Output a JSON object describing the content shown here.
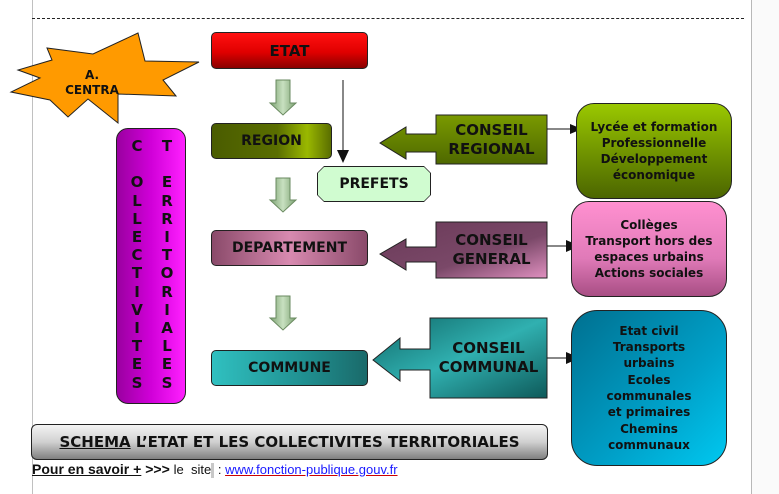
{
  "diagram": {
    "burst_label_line1": "A.",
    "burst_label_line2": "CENTRA",
    "levels": {
      "etat": "ETAT",
      "region": "REGION",
      "departement": "DEPARTEMENT",
      "commune": "COMMUNE"
    },
    "prefets": "PREFETS",
    "collectivites_col1": [
      "C",
      "",
      "O",
      "L",
      "L",
      "E",
      "C",
      "T",
      "I",
      "V",
      "I",
      "T",
      "E",
      "S"
    ],
    "collectivites_col2": [
      "T",
      "",
      "E",
      "R",
      "R",
      "I",
      "T",
      "O",
      "R",
      "I",
      "A",
      "L",
      "E",
      "S"
    ],
    "conseils": {
      "regional": {
        "line1": "CONSEIL",
        "line2": "REGIONAL"
      },
      "general": {
        "line1": "CONSEIL",
        "line2": "GENERAL"
      },
      "communal": {
        "line1": "CONSEIL",
        "line2": "COMMUNAL"
      }
    },
    "competences": {
      "region": [
        "Lycée et formation",
        "Professionnelle",
        "Développement",
        "économique"
      ],
      "departement": [
        "Collèges",
        "Transport hors des",
        "espaces urbains",
        "Actions sociales"
      ],
      "commune": [
        "Etat civil",
        "Transports",
        "urbains",
        "Ecoles",
        "communales",
        "et primaires",
        "Chemins",
        "communaux"
      ]
    },
    "colors": {
      "etat": "#e00000",
      "region": "#5a6e00",
      "departement": "#c07098",
      "commune": "#20a0a0",
      "prefets": "#d0fcd0",
      "collectivites": "#d000d8",
      "burst": "#ff9a00",
      "down_arrow": "#a8c8a0"
    }
  },
  "banner": {
    "underlined": "SCHEMA",
    "rest": " L’ETAT ET LES COLLECTIVITES TERRITORIALES"
  },
  "footer": {
    "more_label": "Pour en savoir +",
    "arrows": " >>> ",
    "site_label": "le  site",
    "colon": " : ",
    "link": "www.fonction-publique.gouv.fr"
  }
}
